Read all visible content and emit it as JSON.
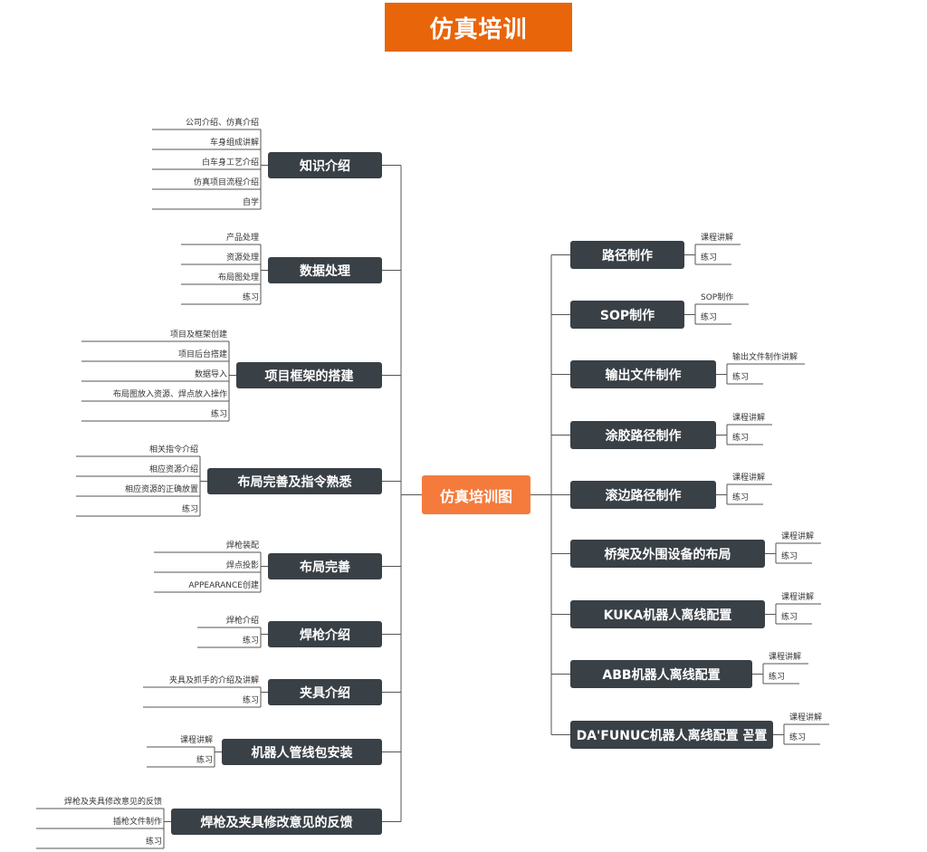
{
  "title": "仿真培训",
  "center_label": "仿真培训图",
  "left_branches": [
    {
      "label": "知识介绍",
      "items": [
        "公司介绍、仿真介绍",
        "车身组成讲解",
        "白车身工艺介绍",
        "仿真项目流程介绍",
        "自学"
      ]
    },
    {
      "label": "数据处理",
      "items": [
        "产品处理",
        "资源处理",
        "布局图处理",
        "练习"
      ]
    },
    {
      "label": "项目框架的搭建",
      "items": [
        "项目及框架创建",
        "项目后台搭建",
        "数据导入",
        "布局图放入资源、焊点放入操作",
        "练习"
      ]
    },
    {
      "label": "布局完善及指令熟悉",
      "items": [
        "相关指令介绍",
        "相应资源介绍",
        "相应资源的正确放置",
        "练习"
      ]
    },
    {
      "label": "布局完善",
      "items": [
        "焊枪装配",
        "焊点投影",
        "APPEARANCE创建"
      ]
    },
    {
      "label": "焊枪介绍",
      "items": [
        "焊枪介绍",
        "练习"
      ]
    },
    {
      "label": "夹具介绍",
      "items": [
        "夹具及抓手的介绍及讲解",
        "练习"
      ]
    },
    {
      "label": "机器人管线包安装",
      "items": [
        "课程讲解",
        "练习"
      ]
    },
    {
      "label": "焊枪及夹具修改意见的反馈",
      "items": [
        "焊枪及夹具修改意见的反馈",
        "插枪文件制作",
        "练习"
      ]
    }
  ],
  "right_branches": [
    {
      "label": "路径制作",
      "items": [
        "课程讲解",
        "练习"
      ]
    },
    {
      "label": "SOP制作",
      "items": [
        "SOP制作",
        "练习"
      ]
    },
    {
      "label": "输出文件制作",
      "items": [
        "输出文件制作讲解",
        "练习"
      ]
    },
    {
      "label": "涂胶路径制作",
      "items": [
        "课程讲解",
        "练习"
      ]
    },
    {
      "label": "滚边路径制作",
      "items": [
        "课程讲解",
        "练习"
      ]
    },
    {
      "label": "桥架及外围设备的布局",
      "items": [
        "课程讲解",
        "练习"
      ]
    },
    {
      "label": "KUKA机器人离线配置",
      "items": [
        "课程讲解",
        "练习"
      ]
    },
    {
      "label": "ABB机器人离线配置",
      "items": [
        "课程讲解",
        "练习"
      ]
    },
    {
      "label": "DA'FUNUC机器人离线配置 꼳置",
      "items": [
        "课程讲解",
        "练习"
      ]
    }
  ],
  "colors": {
    "banner": "#e8650a",
    "center_node": "#f47b3c",
    "branch_node": "#394046",
    "line": "#555555"
  }
}
